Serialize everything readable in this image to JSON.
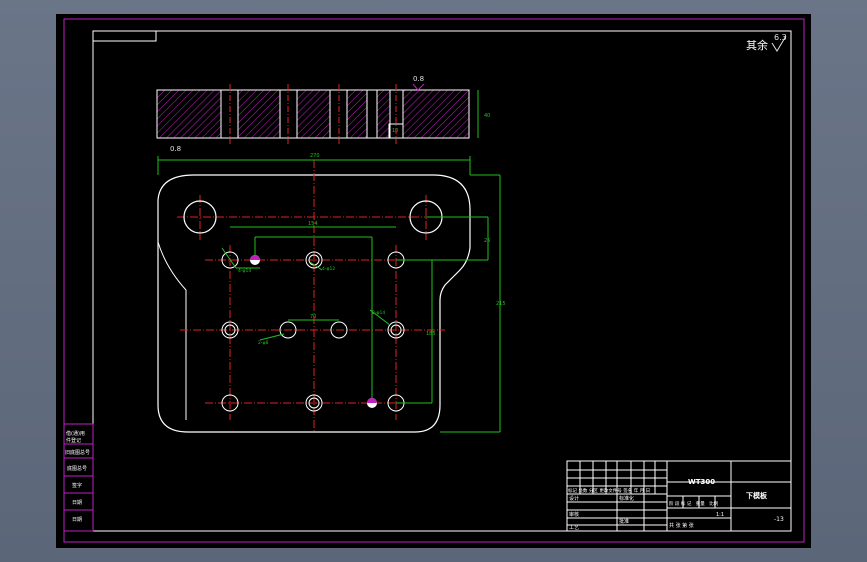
{
  "drawing": {
    "roughness_note": "其余",
    "roughness_value": "6.3",
    "flatness_mark": "0.8",
    "section_flatness": "0.8",
    "dims": {
      "overall_width": "270",
      "hole_spacing_top": "154",
      "hole_spacing_mid": "70",
      "small_hole_label": "4-φ14",
      "pin_label": "4-φ12",
      "center_hole_label": "2-φ8",
      "side_label": "2-φ14",
      "right_dim_1": "25",
      "right_dim_2": "215",
      "right_dim_3": "185",
      "section_height": "40",
      "groove_width": "10"
    }
  },
  "left_panel": {
    "rows": [
      "借(通)用",
      "件登记",
      "旧底图总号",
      "底图总号",
      "签字",
      "日期",
      "日期"
    ]
  },
  "title_block": {
    "part_code": "WT300",
    "part_name": "下模板",
    "scale": "1:1",
    "sheet": "共  张  第  张",
    "drawing_no": "-13",
    "col_headers": [
      "标记",
      "处数",
      "分区",
      "更改文件号",
      "签名",
      "年",
      "月",
      "日"
    ],
    "roles": [
      "设计",
      "标准化",
      "审核",
      "工艺",
      "批准"
    ],
    "stage_headers": [
      "阶",
      "段",
      "标",
      "记",
      "重量",
      "比例"
    ]
  }
}
